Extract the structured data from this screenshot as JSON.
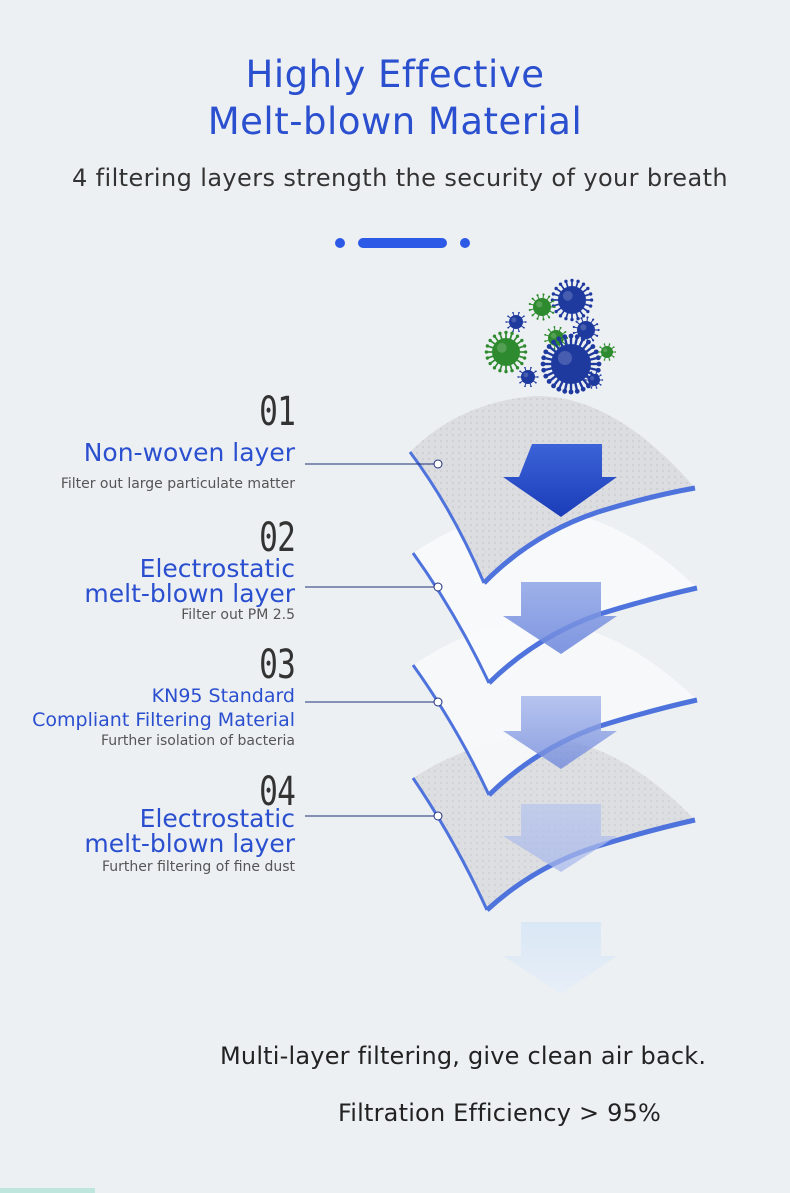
{
  "header": {
    "title_line1": "Highly Effective",
    "title_line2": "Melt-blown Material",
    "subtitle": "4 filtering layers strength the security of your breath"
  },
  "layers": [
    {
      "number": "01",
      "name_lines": [
        "Non-woven layer"
      ],
      "description": "Filter out large particulate matter"
    },
    {
      "number": "02",
      "name_lines": [
        "Electrostatic",
        "melt-blown layer"
      ],
      "description": "Filter out PM 2.5"
    },
    {
      "number": "03",
      "name_lines": [
        "KN95 Standard",
        "Compliant Filtering Material"
      ],
      "description": "Further isolation of bacteria"
    },
    {
      "number": "04",
      "name_lines": [
        "Electrostatic",
        "melt-blown layer"
      ],
      "description": "Further filtering of fine dust"
    }
  ],
  "footer": {
    "line1": "Multi-layer filtering, give clean air back.",
    "line2": "Filtration Efficiency > 95%"
  },
  "colors": {
    "accent": "#2a4fcf",
    "dots": "#2c5ae6",
    "background": "#edf0f3",
    "virus_blue": "#1f3a9e",
    "virus_green": "#2e8a2e"
  },
  "icons": [
    "virus-cluster-icon",
    "down-arrow-icon"
  ]
}
